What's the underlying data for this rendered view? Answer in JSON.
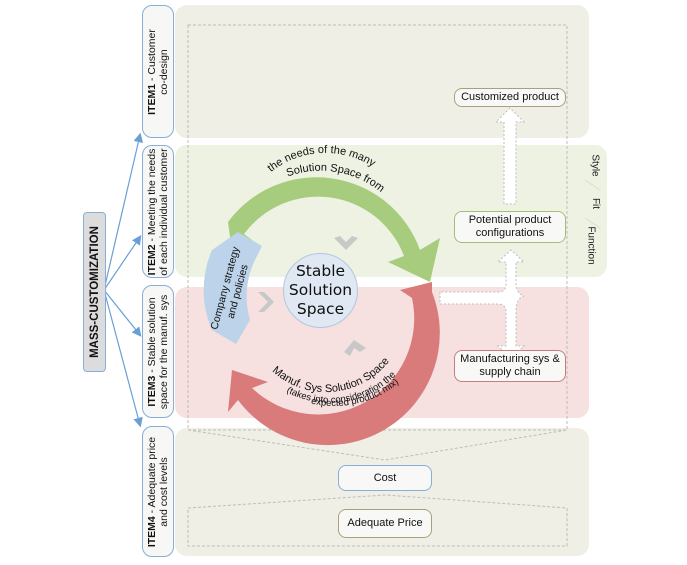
{
  "root": {
    "label": "MASS-CUSTOMIZATION"
  },
  "items": [
    {
      "id": "ITEM1",
      "bold": "ITEM1",
      "rest_line1": " - Customer",
      "line2": "co-design"
    },
    {
      "id": "ITEM2",
      "bold": "ITEM2",
      "rest_line1": " - Meeting the needs",
      "line2": "of each individual customer"
    },
    {
      "id": "ITEM3",
      "bold": "ITEM3",
      "rest_line1": " - Stable solution",
      "line2": "space for the manuf. sys"
    },
    {
      "id": "ITEM4",
      "bold": "ITEM4",
      "rest_line1": " - Adequate price",
      "line2": "and cost levels"
    }
  ],
  "nodes": {
    "customized_product": "Customized product",
    "potential_configs_line1": "Potential product",
    "potential_configs_line2": "configurations",
    "manufacturing_line1": "Manufacturing sys &",
    "manufacturing_line2": "supply chain",
    "cost": "Cost",
    "adequate_price": "Adequate Price"
  },
  "side_labels": [
    "Style",
    "Fit",
    "Function"
  ],
  "cycle": {
    "center_line1": "Stable",
    "center_line2": "Solution",
    "center_line3": "Space",
    "green_arc_line1": "Solution Space from",
    "green_arc_line2": "the needs of the many",
    "red_arc_line1": "Manuf. Sys Solution Space",
    "red_arc_line2": "(takes into consideration the",
    "red_arc_line3": "expected product mix)",
    "blue_arc_line1": "Company strategy",
    "blue_arc_line2": "and policies"
  },
  "colors": {
    "green_arc": "#a8cc7e",
    "red_arc": "#d97b7b",
    "blue_arc": "#bcd3ea",
    "band_neutral": "#f0efe6",
    "band_green": "#eef2e3",
    "band_red": "#f6e0e0",
    "connector": "#6a9fd6"
  }
}
